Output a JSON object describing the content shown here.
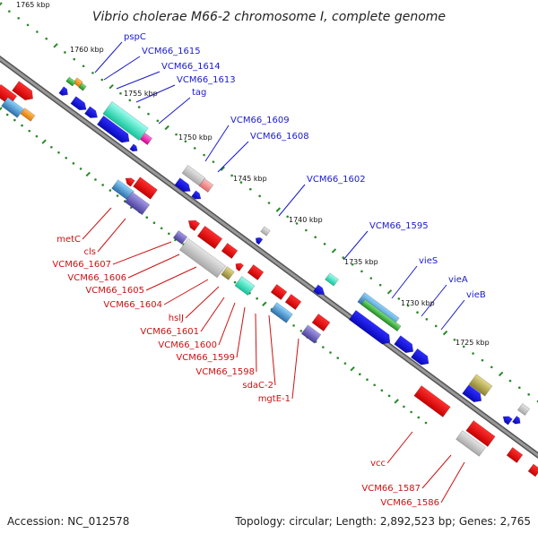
{
  "title": "Vibrio cholerae M66-2 chromosome I, complete genome",
  "footer": {
    "accession": "Accession: NC_012578",
    "topology": "Topology: circular; Length: 2,892,523 bp; Genes: 2,765"
  },
  "colors": {
    "backbone": "#777777",
    "tick_dots": "#2a8a2a",
    "label_upper": "#1a1acc",
    "label_lower": "#cc1111",
    "gene_red": "#ee1111",
    "gene_blue": "#1010dd"
  },
  "scale_labels": [
    "1765 kbp",
    "1760 kbp",
    "1755 kbp",
    "1750 kbp",
    "1745 kbp",
    "1740 kbp",
    "1735 kbp",
    "1730 kbp",
    "1725 kbp"
  ],
  "upper_labels": [
    "pspC",
    "VCM66_1615",
    "VCM66_1614",
    "VCM66_1613",
    "tag",
    "VCM66_1609",
    "VCM66_1608",
    "VCM66_1602",
    "VCM66_1595",
    "vieS",
    "vieA",
    "vieB"
  ],
  "lower_labels": [
    "metC",
    "cls",
    "VCM66_1607",
    "VCM66_1606",
    "VCM66_1605",
    "VCM66_1604",
    "hslJ",
    "VCM66_1601",
    "VCM66_1600",
    "VCM66_1599",
    "VCM66_1598",
    "sdaC-2",
    "mgtE-1",
    "vcc",
    "VCM66_1587",
    "VCM66_1586"
  ]
}
